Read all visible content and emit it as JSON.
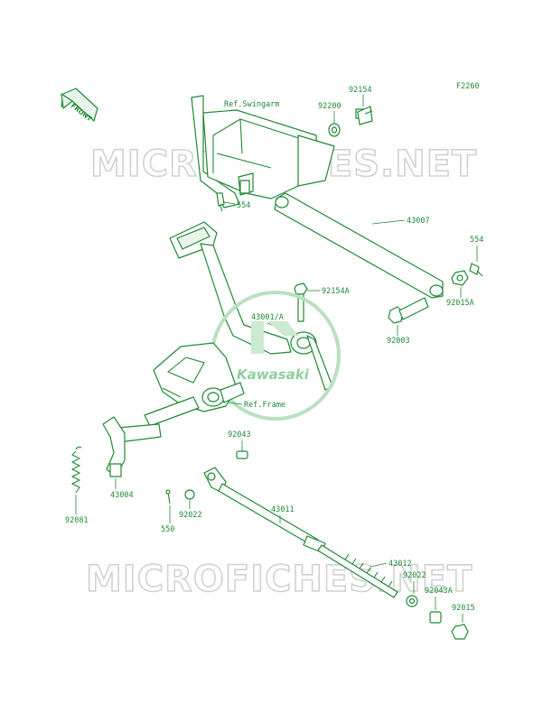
{
  "diagram_code": "F2260",
  "front_label": "FRONT",
  "watermark": "MICROFICHES.NET",
  "logo": "Kawasaki",
  "references": {
    "swingarm": "Ref.Swingarm",
    "frame": "Ref.Frame"
  },
  "parts": {
    "p92154": "92154",
    "p92200": "92200",
    "p554a": "554",
    "p43007": "43007",
    "p554b": "554",
    "p92154A": "92154A",
    "p43001A": "43001/A",
    "p92015A": "92015A",
    "p92003": "92003",
    "p92043": "92043",
    "p43004": "43004",
    "p92081": "92081",
    "p550": "550",
    "p92022a": "92022",
    "p43011": "43011",
    "p43012": "43012",
    "p92022b": "92022",
    "p92043A": "92043A",
    "p92015": "92015"
  },
  "colors": {
    "line": "#1f8a34",
    "watermark": "#cfd3cf",
    "logo": "#8fcf9a"
  }
}
